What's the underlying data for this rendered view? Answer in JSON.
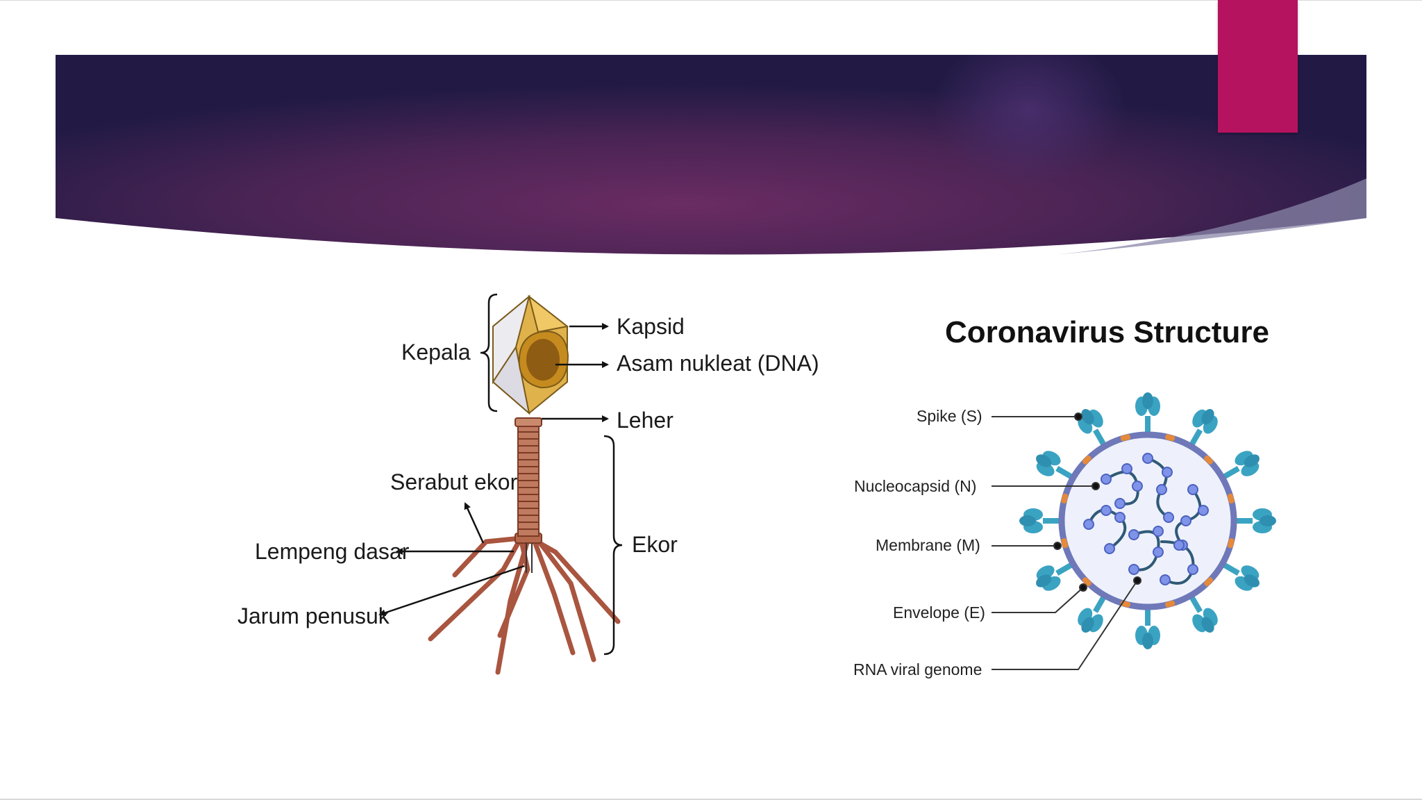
{
  "colors": {
    "banner_dark": "#221a45",
    "banner_mid": "#6a2c63",
    "accent_tab": "#b5135f",
    "phage_tail": "#a9553f",
    "capsid_gold": "#e0b24c",
    "dna_brown": "#8f5c14",
    "spike_teal": "#3ba3c2",
    "envelope_purple": "#6f78b8",
    "membrane_orange": "#e58a3a",
    "nucleocapsid_blue": "#7f93e8"
  },
  "phage": {
    "kepala": "Kepala",
    "kapsid": "Kapsid",
    "asam_nukleat": "Asam nukleat (DNA)",
    "leher": "Leher",
    "serabut_ekor": "Serabut ekor",
    "ekor": "Ekor",
    "lempeng_dasar": "Lempeng dasar",
    "jarum_penusuk": "Jarum penusuk"
  },
  "coronavirus": {
    "title": "Coronavirus Structure",
    "labels": {
      "spike": "Spike (S)",
      "nucleocapsid": "Nucleocapsid (N)",
      "membrane": "Membrane (M)",
      "envelope": "Envelope (E)",
      "rna": "RNA viral genome"
    }
  }
}
